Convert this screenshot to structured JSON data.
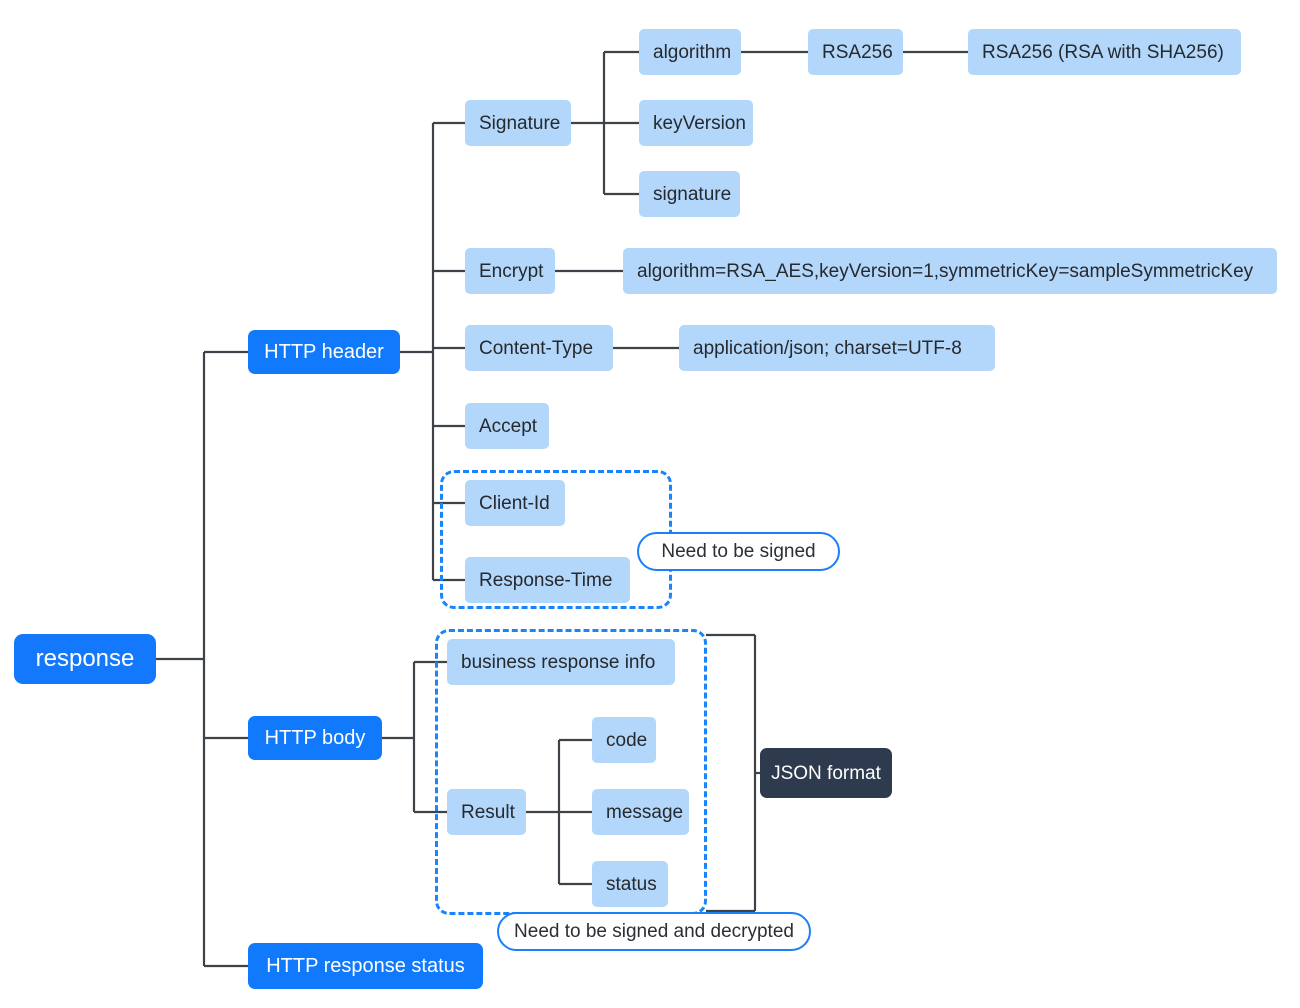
{
  "diagram": {
    "type": "mindmap-tree",
    "title": "response",
    "colors": {
      "root_fill": "#1478fc",
      "primary_fill": "#117afc",
      "leaf_fill": "#b3d7fa",
      "dark_fill": "#2e3a4e",
      "edge_stroke": "#3d4349",
      "dashed_stroke": "#1a84fb",
      "callout_border": "#1a7ffb",
      "background": "#ffffff"
    },
    "root": {
      "label": "response"
    },
    "branches": [
      {
        "id": "http-header",
        "label": "HTTP header",
        "children": [
          {
            "id": "signature",
            "label": "Signature",
            "children": [
              {
                "id": "algorithm",
                "label": "algorithm",
                "children": [
                  {
                    "id": "rsa256",
                    "label": "RSA256",
                    "children": [
                      {
                        "id": "rsa256-desc",
                        "label": "RSA256 (RSA with SHA256)"
                      }
                    ]
                  }
                ]
              },
              {
                "id": "keyversion",
                "label": "keyVersion"
              },
              {
                "id": "signature-leaf",
                "label": "signature"
              }
            ]
          },
          {
            "id": "encrypt",
            "label": "Encrypt",
            "children": [
              {
                "id": "encrypt-value",
                "label": "algorithm=RSA_AES,keyVersion=1,symmetricKey=sampleSymmetricKey"
              }
            ]
          },
          {
            "id": "content-type",
            "label": "Content-Type",
            "children": [
              {
                "id": "content-type-value",
                "label": "application/json; charset=UTF-8"
              }
            ]
          },
          {
            "id": "accept",
            "label": "Accept"
          },
          {
            "id": "client-id",
            "label": "Client-Id"
          },
          {
            "id": "response-time",
            "label": "Response-Time"
          }
        ]
      },
      {
        "id": "http-body",
        "label": "HTTP body",
        "children": [
          {
            "id": "business-response-info",
            "label": "business response info"
          },
          {
            "id": "result",
            "label": "Result",
            "children": [
              {
                "id": "code",
                "label": "code"
              },
              {
                "id": "message",
                "label": "message"
              },
              {
                "id": "status",
                "label": "status"
              }
            ]
          }
        ]
      },
      {
        "id": "http-response-status",
        "label": "HTTP response status"
      }
    ],
    "annotations": [
      {
        "id": "json-format",
        "label": "JSON format",
        "style": "dark-box"
      },
      {
        "id": "need-signed",
        "label": "Need to be signed",
        "style": "callout-pill"
      },
      {
        "id": "need-signed-decrypted",
        "label": "Need to be signed and decrypted",
        "style": "callout-pill"
      }
    ],
    "groups": [
      {
        "id": "group-header-signed",
        "caption": "Need to be signed",
        "members": [
          "Client-Id",
          "Response-Time"
        ]
      },
      {
        "id": "group-body-signed-decrypted",
        "caption": "Need to be signed and decrypted",
        "members": [
          "business response info",
          "Result",
          "code",
          "message",
          "status"
        ]
      }
    ]
  }
}
